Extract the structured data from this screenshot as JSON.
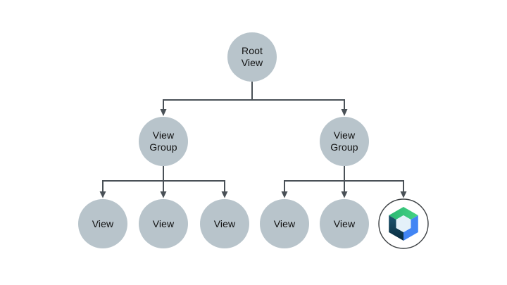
{
  "diagram": {
    "nodes": {
      "root": {
        "lines": [
          "Root",
          "View"
        ]
      },
      "left_group": {
        "lines": [
          "View",
          "Group"
        ]
      },
      "right_group": {
        "lines": [
          "View",
          "Group"
        ]
      },
      "leaves": [
        {
          "label": "View"
        },
        {
          "label": "View"
        },
        {
          "label": "View"
        },
        {
          "label": "View"
        },
        {
          "label": "View"
        }
      ],
      "compose_icon": "jetpack-compose-logo"
    },
    "colors": {
      "background": "#ffffff",
      "node_fill": "#b8c4cb",
      "connector": "#4a5157",
      "text": "#111111",
      "logo_green": "#3ddc84",
      "logo_green_dark": "#2bb673",
      "logo_blue": "#4285f4",
      "logo_dark": "#0a3044",
      "logo_dark_light": "#1d5570",
      "logo_inner": "#e4f1f9",
      "logo_ring": "#3c4043",
      "logo_badge_bg": "#ffffff"
    }
  }
}
